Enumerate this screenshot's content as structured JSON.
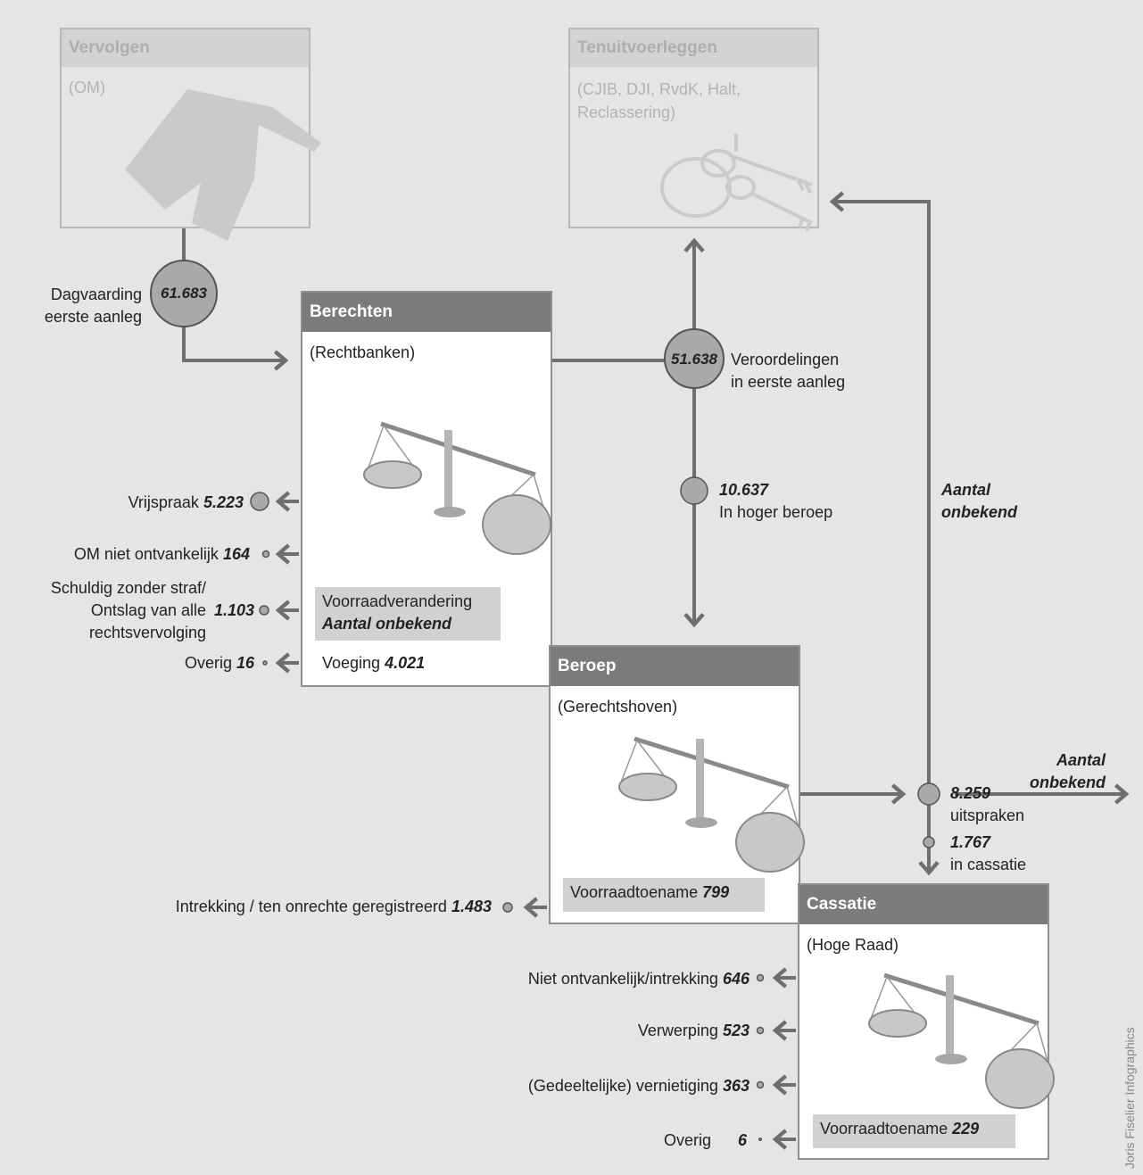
{
  "boxes": {
    "vervolgen": {
      "title": "Vervolgen",
      "subtitle": "(OM)"
    },
    "tenuit": {
      "title": "Tenuitvoerleggen",
      "subtitle_1": "(CJIB, DJI, RvdK, Halt,",
      "subtitle_2": "Reclassering)"
    },
    "berechten": {
      "title": "Berechten",
      "subtitle": "(Rechtbanken)"
    },
    "beroep": {
      "title": "Beroep",
      "subtitle": "(Gerechtshoven)"
    },
    "cassatie": {
      "title": "Cassatie",
      "subtitle": "(Hoge Raad)"
    }
  },
  "flows": {
    "dagvaarding": {
      "value": "61.683",
      "label_1": "Dagvaarding",
      "label_2": "eerste aanleg"
    },
    "veroordelingen": {
      "value": "51.638",
      "label_1": "Veroordelingen",
      "label_2": "in eerste aanleg"
    },
    "hoger_beroep": {
      "value": "10.637",
      "label": "In hoger beroep"
    },
    "aantal_onbekend_right": {
      "line_1": "Aantal",
      "line_2": "onbekend"
    },
    "uitspraken": {
      "value": "8.259",
      "label": "uitspraken"
    },
    "uitspraken_out": {
      "line_1": "Aantal",
      "line_2": "onbekend"
    },
    "cassatie_in": {
      "value": "1.767",
      "label": "in cassatie"
    }
  },
  "berechten_outcomes": {
    "vrijspraak": {
      "label": "Vrijspraak",
      "value": "5.223"
    },
    "om_niet": {
      "label": "OM niet ontvankelijk",
      "value": "164"
    },
    "schuldig": {
      "label_1": "Schuldig zonder straf/",
      "label_2": "Ontslag van alle",
      "label_3": "rechtsvervolging",
      "value": "1.103"
    },
    "overig": {
      "label": "Overig",
      "value": "16"
    },
    "voorraad": {
      "label": "Voorraadverandering",
      "value": "Aantal onbekend"
    },
    "voeging": {
      "label": "Voeging",
      "value": "4.021"
    }
  },
  "beroep_outcomes": {
    "intrekking": {
      "label": "Intrekking / ten onrechte geregistreerd",
      "value": "1.483"
    },
    "voorraad": {
      "label": "Voorraadtoename",
      "value": "799"
    }
  },
  "cassatie_outcomes": {
    "niet_ontv": {
      "label": "Niet ontvankelijk/intrekking",
      "value": "646"
    },
    "verwerping": {
      "label": "Verwerping",
      "value": "523"
    },
    "vernietiging": {
      "label": "(Gedeeltelijke) vernietiging",
      "value": "363"
    },
    "overig": {
      "label": "Overig",
      "value": "6"
    },
    "voorraad": {
      "label": "Voorraadtoename",
      "value": "229"
    }
  },
  "credit": "Joris Fiselier Infographics",
  "colors": {
    "background": "#e4e5e6",
    "line": "#6f6f6f",
    "node": "#a9a9a9",
    "header": "#7b7b7b",
    "faded": "#c2c3c4"
  }
}
